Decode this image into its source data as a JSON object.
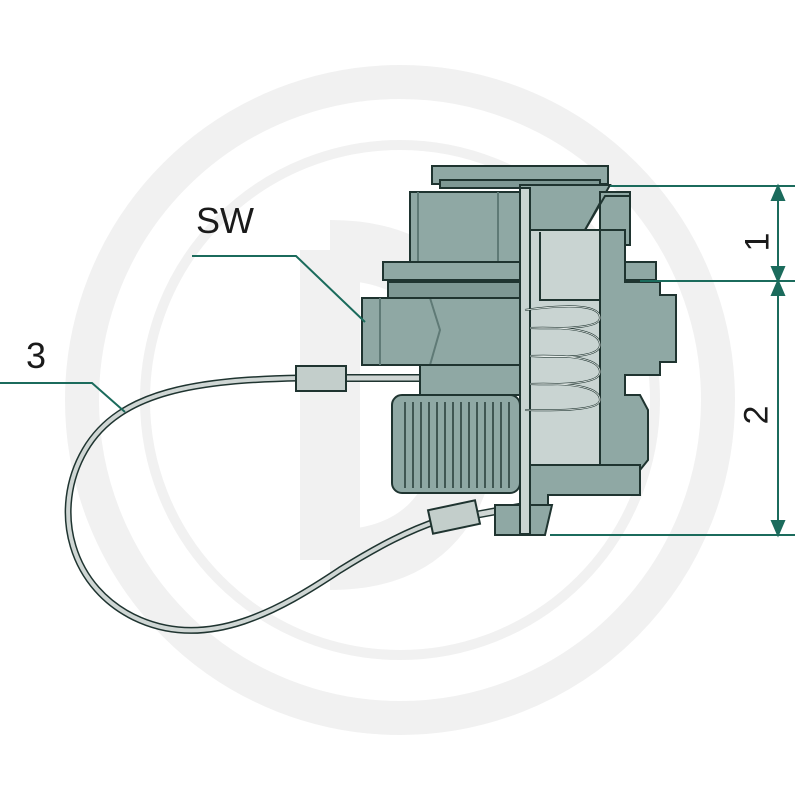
{
  "labels": {
    "wrench_size": "SW",
    "cable": "3",
    "dim_top": "1",
    "dim_body": "2"
  },
  "colors": {
    "part_fill": "#8fa8a4",
    "part_dark": "#6f8c88",
    "part_light": "#b8c8c5",
    "inner": "#c9d4d2",
    "outline": "#1f3430",
    "leader": "#1b6b5c",
    "cable": "#c8cfcd",
    "watermark": "#f0f0f0"
  }
}
